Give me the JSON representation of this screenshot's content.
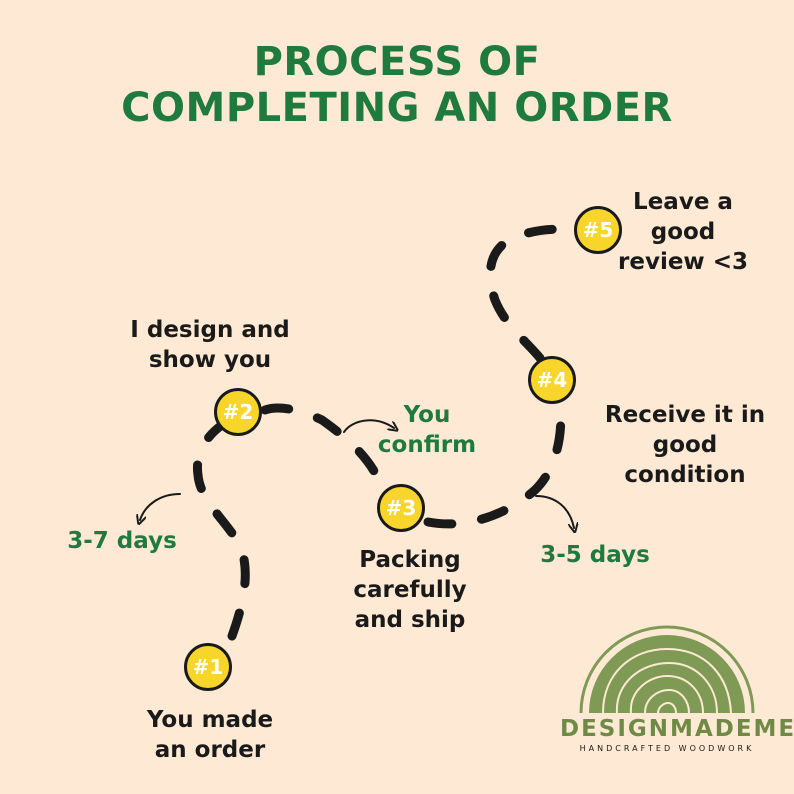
{
  "title": {
    "line1": "PROCESS OF",
    "line2": "COMPLETING AN ORDER"
  },
  "steps": [
    {
      "badge": "#1",
      "lines": [
        "You made",
        "an order"
      ]
    },
    {
      "badge": "#2",
      "lines": [
        "I design and",
        "show you"
      ]
    },
    {
      "badge": "#3",
      "lines": [
        "Packing",
        "carefully",
        "and ship"
      ]
    },
    {
      "badge": "#4",
      "lines": [
        "Receive it in",
        "good",
        "condition"
      ]
    },
    {
      "badge": "#5",
      "lines": [
        "Leave a",
        "good",
        "review <3"
      ]
    }
  ],
  "notes": {
    "days_a": "3-7 days",
    "confirm": [
      "You",
      "confirm"
    ],
    "days_b": "3-5 days"
  },
  "brand": {
    "name": "DESIGNMADEME",
    "tagline": "HANDCRAFTED WOODWORK"
  },
  "colors": {
    "background": "#fde9d4",
    "accent": "#1f7a3e",
    "badge": "#f8d52a",
    "logo": "#7f9a55"
  }
}
